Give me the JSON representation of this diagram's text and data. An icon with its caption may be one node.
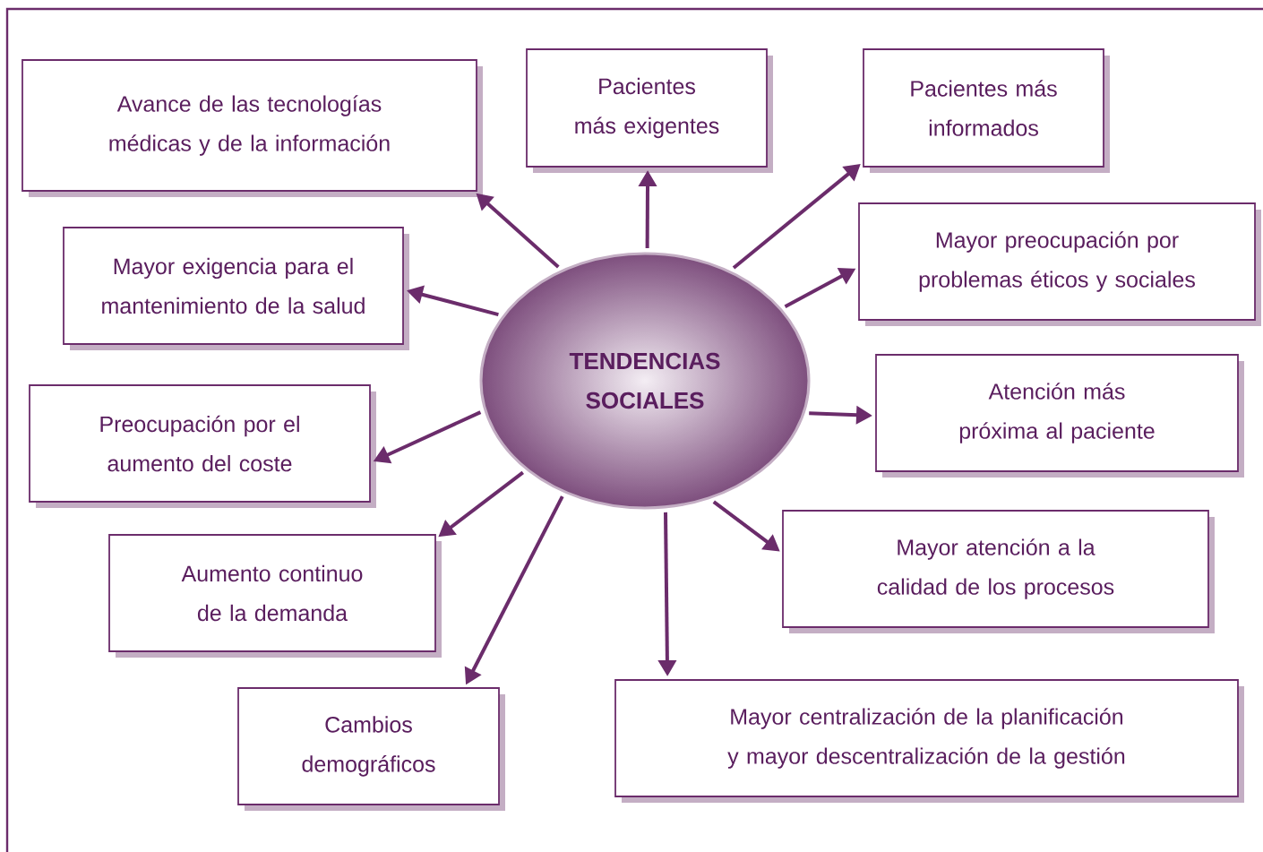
{
  "diagram": {
    "nodes": [
      {
        "text": [
          "TENDENCIAS SOCIALES"
        ]
      },
      {
        "text": [
          "Avance de las tecnologías médicas y de la información"
        ]
      },
      {
        "text": [
          "Pacientes más exigentes"
        ]
      },
      {
        "text": [
          "Pacientes más informados"
        ]
      },
      {
        "text": [
          "Mayor exigencia para el mantenimiento de la salud"
        ]
      },
      {
        "text": [
          "Mayor preocupación por problemas éticos y sociales"
        ]
      },
      {
        "text": [
          "Preocupación por el aumento del coste"
        ]
      },
      {
        "text": [
          "Atención más próxima al paciente"
        ]
      },
      {
        "text": [
          "Aumento continuo de la demanda"
        ]
      },
      {
        "text": [
          "Mayor atención a la calidad de los procesos"
        ]
      },
      {
        "text": [
          "Cambios demográficos"
        ]
      },
      {
        "text": [
          "Mayor centralización de la planificación y mayor descentralización de la gestión"
        ]
      }
    ],
    "edges": [
      {
        "from": 0,
        "to": 1,
        "arrow": "to"
      },
      {
        "from": 0,
        "to": 2,
        "arrow": "to"
      },
      {
        "from": 0,
        "to": 3,
        "arrow": "to"
      },
      {
        "from": 0,
        "to": 4,
        "arrow": "to"
      },
      {
        "from": 0,
        "to": 5,
        "arrow": "to"
      },
      {
        "from": 0,
        "to": 6,
        "arrow": "to"
      },
      {
        "from": 0,
        "to": 7,
        "arrow": "to"
      },
      {
        "from": 0,
        "to": 8,
        "arrow": "to"
      },
      {
        "from": 0,
        "to": 9,
        "arrow": "to"
      },
      {
        "from": 0,
        "to": 10,
        "arrow": "to"
      },
      {
        "from": 0,
        "to": 11,
        "arrow": "to"
      }
    ]
  }
}
